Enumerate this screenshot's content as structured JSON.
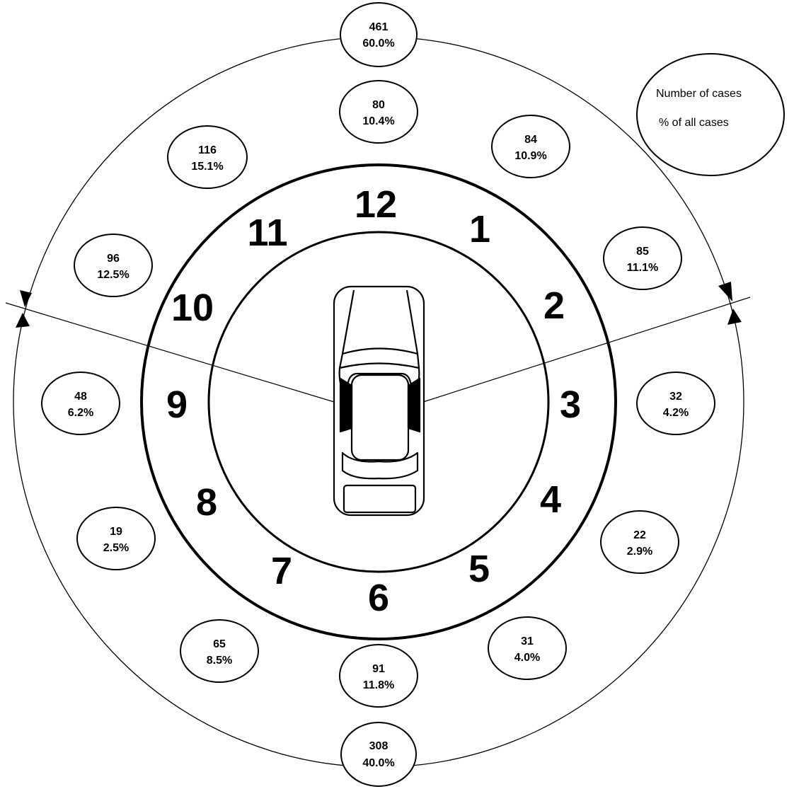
{
  "colors": {
    "line": "#000000",
    "background": "#ffffff"
  },
  "clock_positions": [
    {
      "label": "12",
      "count": "80",
      "percent": "10.4%"
    },
    {
      "label": "1",
      "count": "84",
      "percent": "10.9%"
    },
    {
      "label": "2",
      "count": "85",
      "percent": "11.1%"
    },
    {
      "label": "3",
      "count": "32",
      "percent": "4.2%"
    },
    {
      "label": "4",
      "count": "22",
      "percent": "2.9%"
    },
    {
      "label": "5",
      "count": "31",
      "percent": "4.0%"
    },
    {
      "label": "6",
      "count": "91",
      "percent": "11.8%"
    },
    {
      "label": "7",
      "count": "65",
      "percent": "8.5%"
    },
    {
      "label": "8",
      "count": "19",
      "percent": "2.5%"
    },
    {
      "label": "9",
      "count": "48",
      "percent": "6.2%"
    },
    {
      "label": "10",
      "count": "96",
      "percent": "12.5%"
    },
    {
      "label": "11",
      "count": "116",
      "percent": "15.1%"
    }
  ],
  "totals": {
    "front": {
      "count": "461",
      "percent": "60.0%"
    },
    "rear": {
      "count": "308",
      "percent": "40.0%"
    }
  },
  "legend": {
    "line1": "Number of cases",
    "line2": "% of all cases"
  },
  "icons": {
    "vehicle": "car-top-view-icon",
    "boundary_arrows": "arrowhead-icon"
  }
}
